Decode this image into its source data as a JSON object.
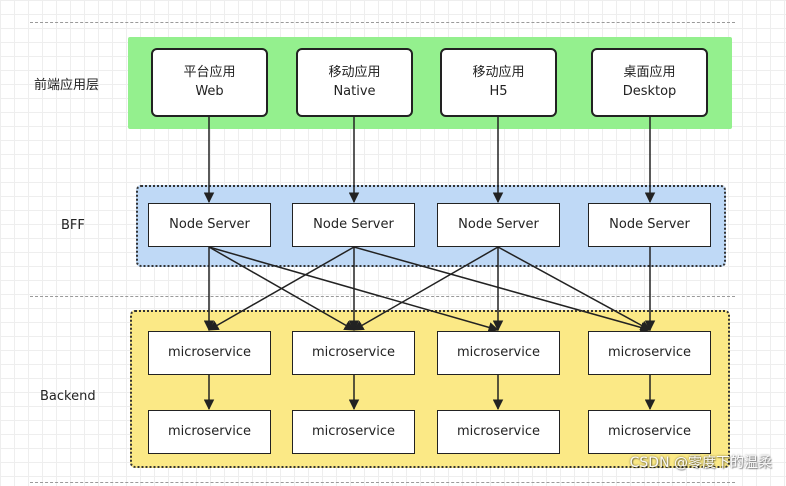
{
  "layers": {
    "frontend": {
      "label": "前端应用层",
      "color": "#94f08e"
    },
    "bff": {
      "label": "BFF",
      "color": "#bfd9f6"
    },
    "backend": {
      "label": "Backend",
      "color": "#fbe986"
    }
  },
  "apps": [
    {
      "line1": "平台应用",
      "line2": "Web"
    },
    {
      "line1": "移动应用",
      "line2": "Native"
    },
    {
      "line1": "移动应用",
      "line2": "H5"
    },
    {
      "line1": "桌面应用",
      "line2": "Desktop"
    }
  ],
  "bff_nodes": [
    "Node Server",
    "Node Server",
    "Node Server",
    "Node Server"
  ],
  "services_row1": [
    "microservice",
    "microservice",
    "microservice",
    "microservice"
  ],
  "services_row2": [
    "microservice",
    "microservice",
    "microservice",
    "microservice"
  ],
  "connections": {
    "app_to_bff": [
      [
        0,
        0
      ],
      [
        1,
        1
      ],
      [
        2,
        2
      ],
      [
        3,
        3
      ]
    ],
    "bff_to_service": [
      [
        0,
        0
      ],
      [
        0,
        1
      ],
      [
        0,
        2
      ],
      [
        1,
        0
      ],
      [
        1,
        1
      ],
      [
        1,
        3
      ],
      [
        2,
        1
      ],
      [
        2,
        2
      ],
      [
        2,
        3
      ],
      [
        3,
        3
      ]
    ],
    "service_row1_to_row2": [
      [
        0,
        0
      ],
      [
        1,
        1
      ],
      [
        2,
        2
      ],
      [
        3,
        3
      ]
    ]
  },
  "watermark": "CSDN @零度下的温柔"
}
